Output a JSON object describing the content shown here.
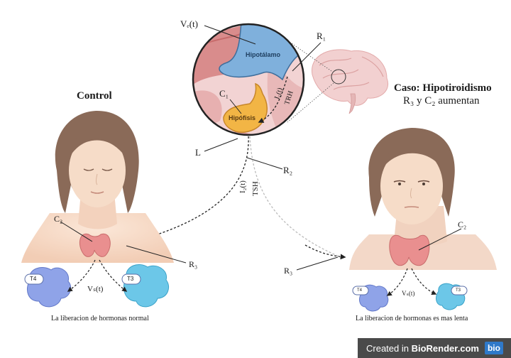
{
  "labels": {
    "control_title": "Control",
    "case_title": "Caso: Hipotiroidismo",
    "case_subtitle": "R₃ y C₂ aumentan",
    "ve": "Vₑ(t)",
    "r1": "R₁",
    "c1": "C₁",
    "l": "L",
    "r2": "R₂",
    "hipotalamo": "Hipotálamo",
    "hipofisis": "Hipófisis",
    "i1": "I₁(t)",
    "trh": "TRH",
    "i2": "I₂(t)",
    "tsh": "TSH",
    "c2_left": "C₂",
    "c2_right": "C₂",
    "r3_left": "R₃",
    "r3_right": "R₃",
    "t4_left": "T4",
    "t3_left": "T3",
    "t4_right": "T4",
    "t3_right": "T3",
    "vs_left": "Vₛ(t)",
    "vs_right": "Vₛ(t)",
    "caption_left": "La liberacion de hormonas normal",
    "caption_right": "La liberacion de hormonas es mas lenta"
  },
  "badge": {
    "prefix": "Created in ",
    "brand": "BioRender.com",
    "logo": "bio"
  },
  "colors": {
    "hypothalamus": "#7fb0dc",
    "pituitary": "#f0b040",
    "tissue": "#e8b4b4",
    "skin": "#f6dcc8",
    "hair": "#8a6a58",
    "thyroid": "#e98f8f",
    "t4_molecule": "#8fa3e8",
    "t3_molecule": "#6cc7e8"
  }
}
